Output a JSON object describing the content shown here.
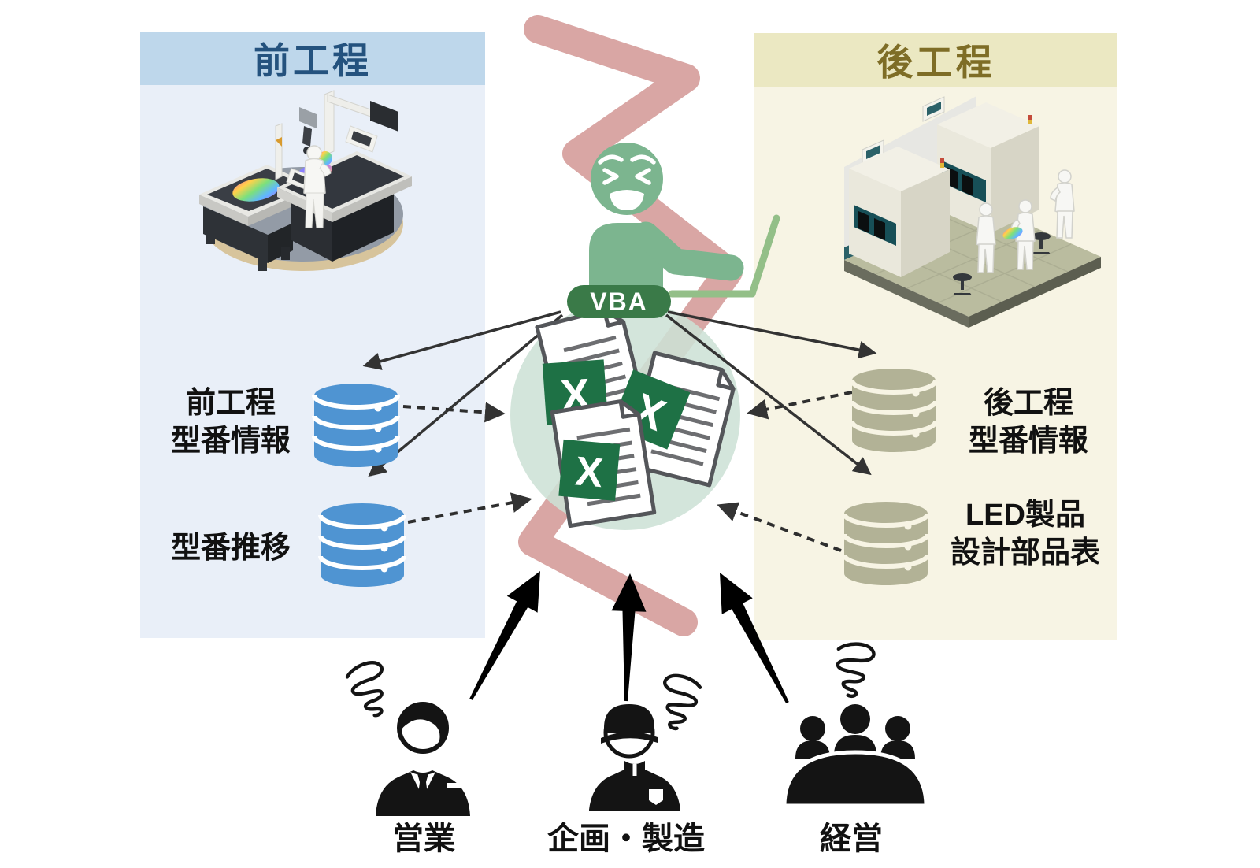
{
  "diagram": {
    "left_panel": {
      "title": "前工程",
      "db1_label": "前工程\n型番情報",
      "db2_label": "型番推移"
    },
    "right_panel": {
      "title": "後工程",
      "db1_label": "後工程\n型番情報",
      "db2_label": "LED製品\n設計部品表"
    },
    "center": {
      "vba_label": "VBA",
      "excel_letter": "X"
    },
    "actors": {
      "sales": "営業",
      "planning": "企画・製造",
      "management": "経営"
    },
    "colors": {
      "left_header": "#bed7eb",
      "left_body": "#e9eff8",
      "left_title": "#24527e",
      "right_header": "#ebe8c2",
      "right_body": "#f7f4e4",
      "right_title": "#7e6d26",
      "blue_db": "#4f94d2",
      "olive_db": "#b2b296",
      "excel_green": "#1e7145",
      "person_green": "#7cb58f",
      "laptop_green": "#93bf88",
      "vba_pill_green": "#3a7a48",
      "zigzag_pink": "#d9a6a4",
      "circle_green": "#cde1d6",
      "arrow_dark": "#333333",
      "actor_black": "#141414"
    }
  }
}
